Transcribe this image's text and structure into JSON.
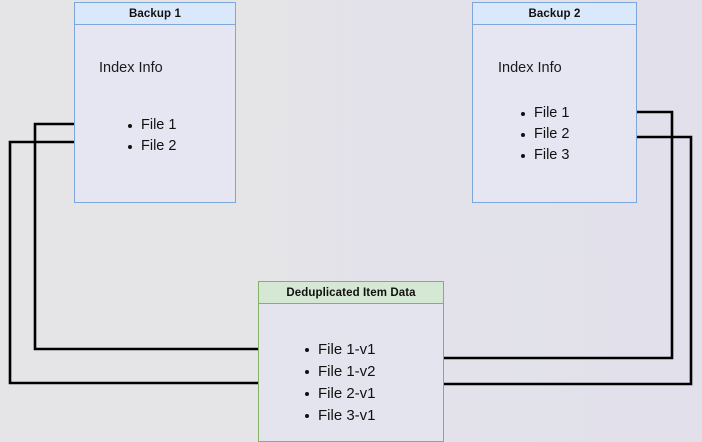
{
  "diagram": {
    "title_hidden": "",
    "colors": {
      "backup_border": "#7da7d9",
      "backup_header_fill": "#dae8fb",
      "dedup_border": "#82b366",
      "dedup_header_fill": "#d5e8d4",
      "body_fill": "#e6e6f2",
      "wire": "#000000",
      "background": "#e4e3e6"
    },
    "nodes": [
      {
        "id": "backup1",
        "title": "Backup 1",
        "section_label": "Index Info",
        "items": [
          "File 1",
          "File 2"
        ]
      },
      {
        "id": "backup2",
        "title": "Backup 2",
        "section_label": "Index Info",
        "items": [
          "File 1",
          "File 2",
          "File 3"
        ]
      },
      {
        "id": "dedup",
        "title": "Deduplicated Item Data",
        "section_label": "",
        "items": [
          "File 1-v1",
          "File 1-v2",
          "File 2-v1",
          "File 3-v1"
        ]
      }
    ],
    "edges": [
      {
        "from": "backup1.File 1",
        "to": "dedup.File 1-v1",
        "direction": "left-route"
      },
      {
        "from": "backup1.File 2",
        "to": "dedup.File 2-v1",
        "direction": "left-route"
      },
      {
        "from": "backup2.File 1",
        "to": "dedup.File 1-v2",
        "direction": "right-route"
      },
      {
        "from": "backup2.File 2",
        "to": "dedup.File 2-v1",
        "direction": "right-route"
      }
    ]
  }
}
